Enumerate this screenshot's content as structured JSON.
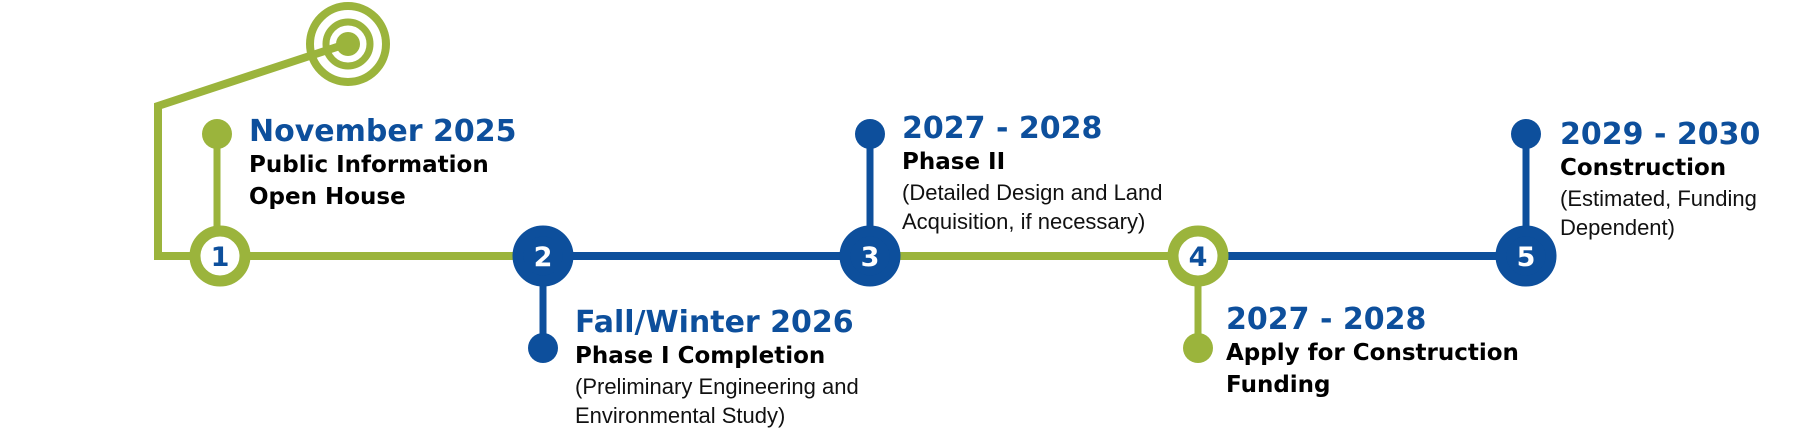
{
  "colors": {
    "green": "#9bb43c",
    "blue": "#0d4f9c",
    "title_text": "#000000"
  },
  "icons": {
    "start_marker": "target-icon"
  },
  "milestones": [
    {
      "number": "1",
      "date": "November 2025",
      "title": "Public Information\nOpen House",
      "note": "",
      "color": "#9bb43c",
      "branch": "up"
    },
    {
      "number": "2",
      "date": "Fall/Winter 2026",
      "title": "Phase I Completion",
      "note": "(Preliminary Engineering and\nEnvironmental Study)",
      "color": "#0d4f9c",
      "branch": "down"
    },
    {
      "number": "3",
      "date": "2027 - 2028",
      "title": "Phase II",
      "note": "(Detailed Design and Land\nAcquisition, if necessary)",
      "color": "#0d4f9c",
      "branch": "up"
    },
    {
      "number": "4",
      "date": "2027 - 2028",
      "title": "Apply for Construction\nFunding",
      "note": "",
      "color": "#9bb43c",
      "branch": "down"
    },
    {
      "number": "5",
      "date": "2029 - 2030",
      "title": "Construction",
      "note": "(Estimated, Funding\nDependent)",
      "color": "#0d4f9c",
      "branch": "up"
    }
  ]
}
